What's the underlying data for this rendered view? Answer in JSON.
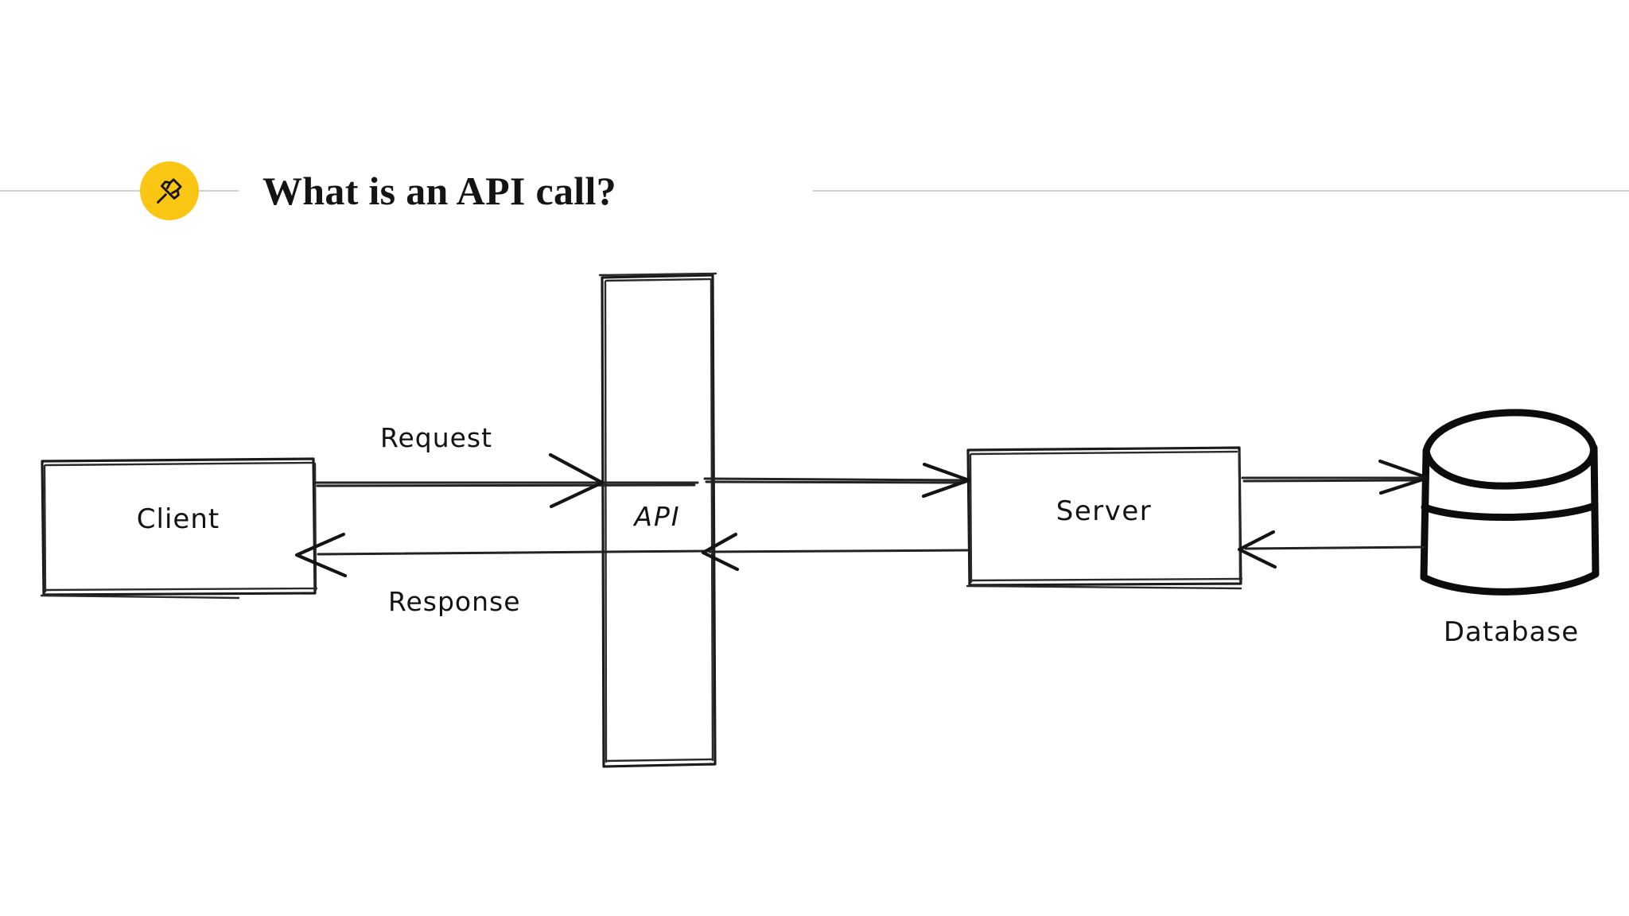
{
  "header": {
    "title": "What is an API call?",
    "pin_icon": "pushpin-icon",
    "accent_color": "#fbc513",
    "rule_color": "#cfcfcf"
  },
  "diagram": {
    "style": "hand-drawn",
    "nodes": [
      {
        "id": "client",
        "label": "Client",
        "shape": "rectangle"
      },
      {
        "id": "api",
        "label": "API",
        "shape": "tall-rectangle"
      },
      {
        "id": "server",
        "label": "Server",
        "shape": "rectangle"
      },
      {
        "id": "database",
        "label": "Database",
        "shape": "cylinder"
      }
    ],
    "edges": [
      {
        "from": "client",
        "to": "api",
        "label": "Request",
        "direction": "right"
      },
      {
        "from": "api",
        "to": "client",
        "label": "Response",
        "direction": "left"
      },
      {
        "from": "api",
        "to": "server",
        "label": "",
        "direction": "right"
      },
      {
        "from": "server",
        "to": "api",
        "label": "",
        "direction": "left"
      },
      {
        "from": "server",
        "to": "database",
        "label": "",
        "direction": "right"
      },
      {
        "from": "database",
        "to": "server",
        "label": "",
        "direction": "left"
      }
    ]
  }
}
